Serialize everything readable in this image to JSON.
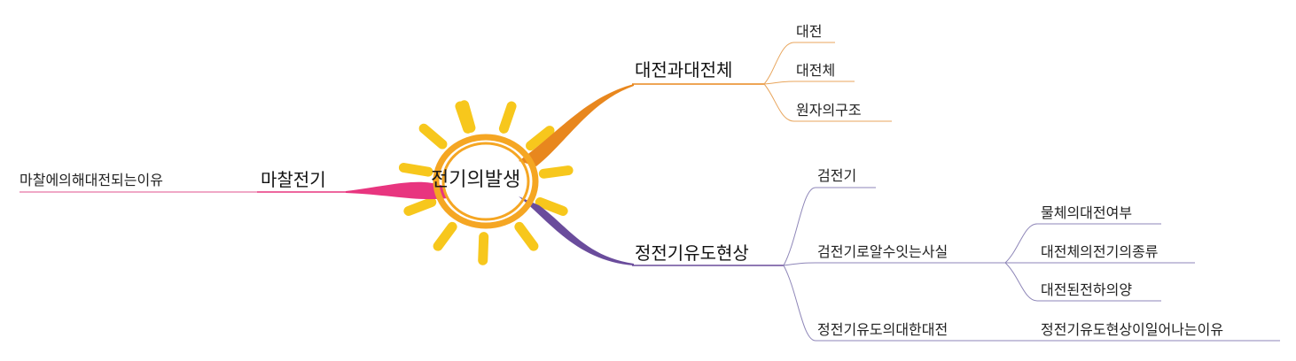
{
  "center": {
    "label": "전기의발생"
  },
  "branches": [
    {
      "id": "orange",
      "label": "대전과대전체",
      "color": "#e8871e",
      "children": [
        {
          "label": "대전",
          "children": []
        },
        {
          "label": "대전체",
          "children": []
        },
        {
          "label": "원자의구조",
          "children": []
        }
      ]
    },
    {
      "id": "purple",
      "label": "정전기유도현상",
      "color": "#6a4c9c",
      "children": [
        {
          "label": "검전기",
          "children": []
        },
        {
          "label": "검전기로알수잇는사실",
          "children": [
            {
              "label": "물체의대전여부"
            },
            {
              "label": "대전체의전기의종류"
            },
            {
              "label": "대전된전하의양"
            }
          ]
        },
        {
          "label": "정전기유도의대한대전",
          "children": [
            {
              "label": "정전기유도현상이일어나는이유"
            }
          ]
        }
      ]
    },
    {
      "id": "pink",
      "label": "마찰전기",
      "color": "#e8357f",
      "children": [
        {
          "label": "마찰에의해대전되는이유",
          "children": []
        }
      ]
    }
  ],
  "colors": {
    "sun_ring": "#f5a623",
    "sun_ray": "#f7c71c",
    "sub_line_purple": "#8e86b8",
    "sub_line_orange": "#e8a55c",
    "sub_line_pink": "#e0508c"
  }
}
